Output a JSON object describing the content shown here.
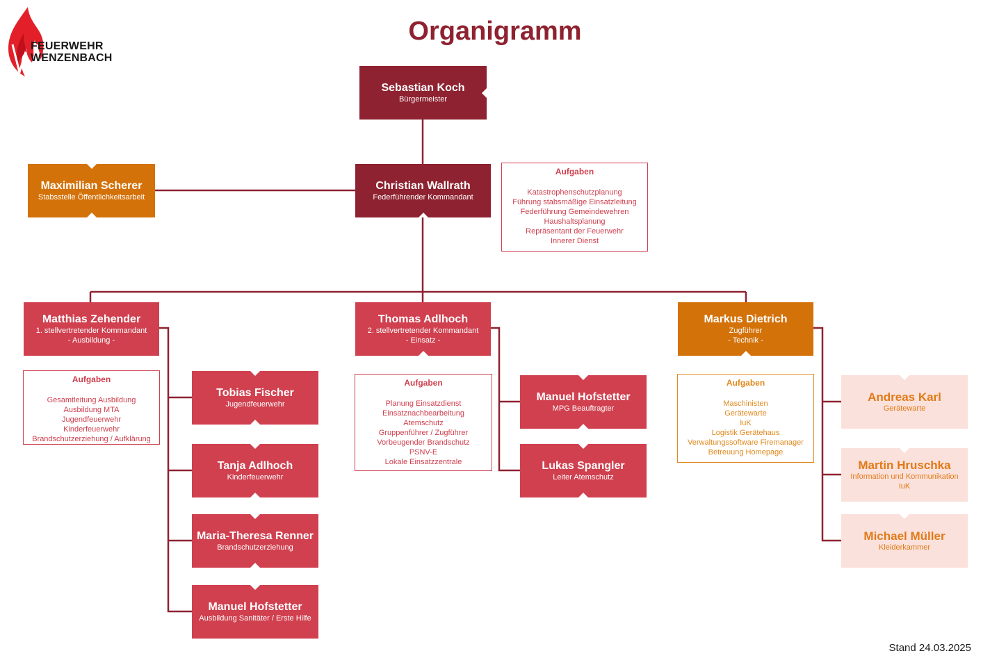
{
  "title": "Organigramm",
  "logo": {
    "line1": "FEUERWEHR",
    "line2": "WENZENBACH"
  },
  "mayor": {
    "name": "Sebastian Koch",
    "role": "Bürgermeister"
  },
  "commander": {
    "name": "Christian Wallrath",
    "role": "Federführender Kommandant"
  },
  "staff": {
    "name": "Maximilian Scherer",
    "role": "Stabsstelle Öffentlichkeitsarbeit"
  },
  "commander_tasks": {
    "heading": "Aufgaben",
    "items": [
      "Katastrophenschutzplanung",
      "Führung stabsmäßige Einsatzleitung",
      "Federführung Gemeindewehren",
      "Haushaltsplanung",
      "Repräsentant der Feuerwehr",
      "Innerer Dienst"
    ]
  },
  "deputy1": {
    "name": "Matthias Zehender",
    "role": "1. stellvertretender Kommandant",
    "area": "- Ausbildung -"
  },
  "deputy1_tasks": {
    "heading": "Aufgaben",
    "items": [
      "Gesamtleitung Ausbildung",
      "Ausbildung MTA",
      "Jugendfeuerwehr",
      "Kinderfeuerwehr",
      "Brandschutzerziehung / Aufklärung"
    ]
  },
  "deputy1_subs": [
    {
      "name": "Tobias Fischer",
      "role": "Jugendfeuerwehr"
    },
    {
      "name": "Tanja Adlhoch",
      "role": "Kinderfeuerwehr"
    },
    {
      "name": "Maria-Theresa Renner",
      "role": "Brandschutzerziehung"
    },
    {
      "name": "Manuel Hofstetter",
      "role": "Ausbildung Sanitäter / Erste Hilfe"
    }
  ],
  "deputy2": {
    "name": "Thomas Adlhoch",
    "role": "2. stellvertretender Kommandant",
    "area": "- Einsatz -"
  },
  "deputy2_tasks": {
    "heading": "Aufgaben",
    "items": [
      "Planung Einsatzdienst",
      "Einsatznachbearbeitung",
      "Atemschutz",
      "Gruppenführer / Zugführer",
      "Vorbeugender Brandschutz",
      "PSNV-E",
      "Lokale Einsatzzentrale"
    ]
  },
  "deputy2_subs": [
    {
      "name": "Manuel Hofstetter",
      "role": "MPG Beauftragter"
    },
    {
      "name": "Lukas Spangler",
      "role": "Leiter Atemschutz"
    }
  ],
  "platoon": {
    "name": "Markus Dietrich",
    "role": "Zugführer",
    "area": "- Technik -"
  },
  "platoon_tasks": {
    "heading": "Aufgaben",
    "items": [
      "Maschinisten",
      "Gerätewarte",
      "IuK",
      "Logistik Gerätehaus",
      "Verwaltungssoftware Firemanager",
      "Betreuung Homepage"
    ]
  },
  "platoon_subs": [
    {
      "name": "Andreas Karl",
      "role": "Gerätewarte",
      "role2": ""
    },
    {
      "name": "Martin Hruschka",
      "role": "Information und Kommunikation",
      "role2": "IuK"
    },
    {
      "name": "Michael Müller",
      "role": "Kleiderkammer",
      "role2": ""
    }
  ],
  "stand": "Stand 24.03.2025",
  "colors": {
    "dark": "#8e2230",
    "red": "#d0404f",
    "orange": "#d4720a",
    "light": "#fbe1db",
    "line": "#8e2230"
  }
}
